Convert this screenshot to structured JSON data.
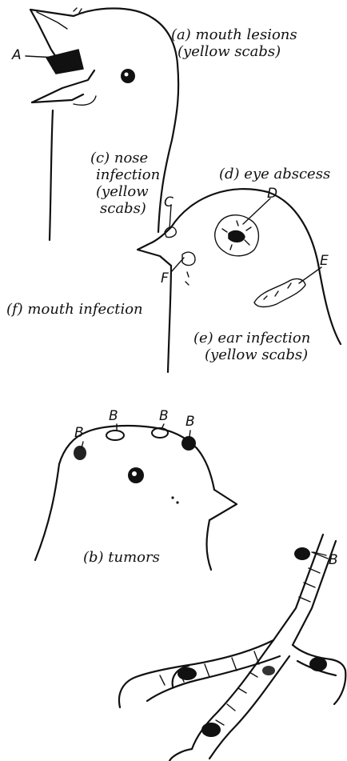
{
  "labels": {
    "a_line1": "(a) mouth lesions",
    "a_line2": "(yellow scabs)",
    "c_line1": "(c) nose",
    "c_line2": "infection",
    "c_line3": "(yellow",
    "c_line4": "scabs)",
    "d": "(d) eye abscess",
    "f": "(f) mouth infection",
    "e_line1": "(e) ear infection",
    "e_line2": "(yellow scabs)",
    "b": "(b) tumors"
  },
  "markers": {
    "A": "A",
    "C": "C",
    "D": "D",
    "E": "E",
    "F": "F",
    "B1": "B",
    "B2": "B",
    "B3": "B",
    "B4": "B",
    "B5": "B"
  },
  "icons": [
    "bird-head-open-beak",
    "bird-head-side-lesions",
    "bird-head-tumors",
    "bird-foot-tumors"
  ],
  "colors": {
    "ink": "#111111",
    "background": "#ffffff"
  }
}
